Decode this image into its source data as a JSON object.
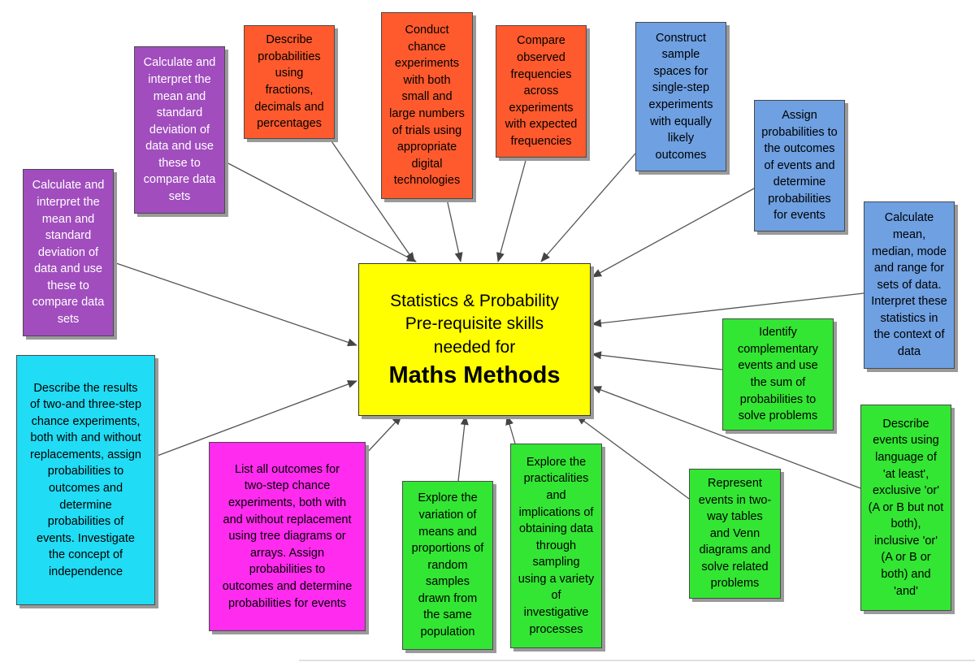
{
  "center": {
    "subtitle": "Statistics & Probability\nPre-requisite skills\nneeded for",
    "title": "Maths Methods"
  },
  "colors": {
    "center": "#ffff00",
    "purple": "#a14dbe",
    "orange": "#ff5a2d",
    "blue": "#6ea0e2",
    "green": "#33e633",
    "cyan": "#20dcf4",
    "magenta": "#ff2bef"
  },
  "nodes": [
    {
      "id": "purple-left",
      "text": "Calculate and\ninterpret the\nmean and\nstandard\ndeviation of\ndata and use\nthese to\ncompare data\nsets"
    },
    {
      "id": "purple-top",
      "text": "Calculate and\ninterpret the\nmean and\nstandard\ndeviation of\ndata and use\nthese to\ncompare data\nsets"
    },
    {
      "id": "orange-fractions",
      "text": "Describe\nprobabilities\nusing\nfractions,\ndecimals and\npercentages"
    },
    {
      "id": "orange-experiments",
      "text": "Conduct\nchance\nexperiments\nwith both\nsmall and\nlarge numbers\nof trials using\nappropriate\ndigital\ntechnologies"
    },
    {
      "id": "orange-frequencies",
      "text": "Compare\nobserved\nfrequencies\nacross\nexperiments\nwith expected\nfrequencies"
    },
    {
      "id": "blue-sample-spaces",
      "text": "Construct\nsample\nspaces for\nsingle-step\nexperiments\nwith equally\nlikely\noutcomes"
    },
    {
      "id": "blue-assign",
      "text": "Assign\nprobabilities to\nthe outcomes\nof events and\ndetermine\nprobabilities\nfor events"
    },
    {
      "id": "blue-mean-median",
      "text": "Calculate\nmean,\nmedian, mode\nand range for\nsets of data.\nInterpret these\nstatistics in\nthe context of\ndata"
    },
    {
      "id": "green-complementary",
      "text": "Identify\ncomplementary\nevents and use\nthe sum of\nprobabilities to\nsolve problems"
    },
    {
      "id": "green-language",
      "text": "Describe\nevents using\nlanguage of\n'at least',\nexclusive 'or'\n(A or B but not\nboth),\ninclusive 'or'\n(A or B or\nboth) and\n'and'"
    },
    {
      "id": "green-venn",
      "text": "Represent\nevents in two-\nway tables\nand Venn\ndiagrams and\nsolve related\nproblems"
    },
    {
      "id": "green-sampling",
      "text": "Explore the\npracticalities\nand\nimplications of\nobtaining data\nthrough\nsampling\nusing a variety\nof\ninvestigative\nprocesses"
    },
    {
      "id": "green-variation",
      "text": "Explore the\nvariation of\nmeans and\nproportions of\nrandom\nsamples\ndrawn from\nthe same\npopulation"
    },
    {
      "id": "magenta-outcomes",
      "text": "List all outcomes for\ntwo-step chance\nexperiments, both with\nand without replacement\nusing tree diagrams or\narrays. Assign\nprobabilities to\noutcomes and determine\nprobabilities for events"
    },
    {
      "id": "cyan-results",
      "text": "Describe the results\nof two-and three-step\nchance experiments,\nboth with and without\nreplacements, assign\nprobabilities to\noutcomes and\ndetermine\nprobabilities of\nevents. Investigate\nthe concept of\nindependence"
    }
  ]
}
